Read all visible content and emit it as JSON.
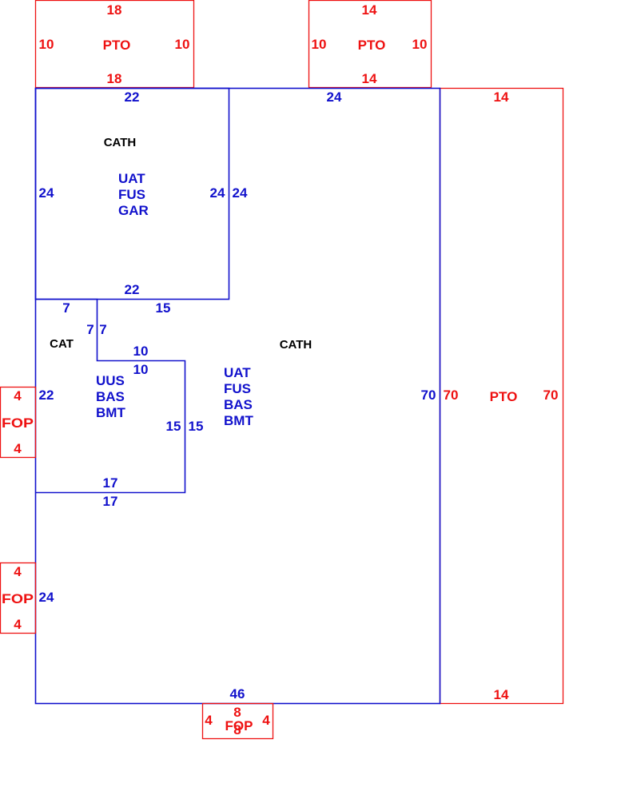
{
  "colors": {
    "addition": "#ee1111",
    "living": "#1111cc",
    "caption": "#000000",
    "background": "#ffffff"
  },
  "patio_top_left": {
    "label": "PTO",
    "top": "18",
    "bottom": "18",
    "left": "10",
    "right": "10"
  },
  "patio_top_right": {
    "label": "PTO",
    "top": "14",
    "bottom": "14",
    "left": "10",
    "right": "10"
  },
  "patio_east": {
    "label": "PTO",
    "top": "14",
    "bottom": "14",
    "left": "70",
    "right": "70"
  },
  "garage": {
    "caption": "CATH",
    "codes": [
      "UAT",
      "FUS",
      "GAR"
    ],
    "top": "22",
    "bottom": "22",
    "left": "24",
    "right": "24"
  },
  "main": {
    "caption": "CATH",
    "codes": [
      "UAT",
      "FUS",
      "BAS",
      "BMT"
    ],
    "top": "24",
    "right": "70",
    "bottom": "46",
    "left_upper": "22",
    "left_lower": "24",
    "notch_top": "15",
    "notch_left": "7",
    "notch_step": "10",
    "notch_right": "15",
    "notch_bottom": "17"
  },
  "basement": {
    "caption": "CAT",
    "codes": [
      "UUS",
      "BAS",
      "BMT"
    ],
    "top": "7",
    "right_upper": "7",
    "step": "10",
    "right_lower": "15",
    "bottom": "17",
    "left": "22"
  },
  "porch_upper": {
    "label": "FOP",
    "top": "4",
    "bottom": "4"
  },
  "porch_lower": {
    "label": "FOP",
    "top": "4",
    "bottom": "4"
  },
  "porch_front": {
    "label": "FOP",
    "top": "8",
    "bottom": "8",
    "left": "4",
    "right": "4"
  }
}
